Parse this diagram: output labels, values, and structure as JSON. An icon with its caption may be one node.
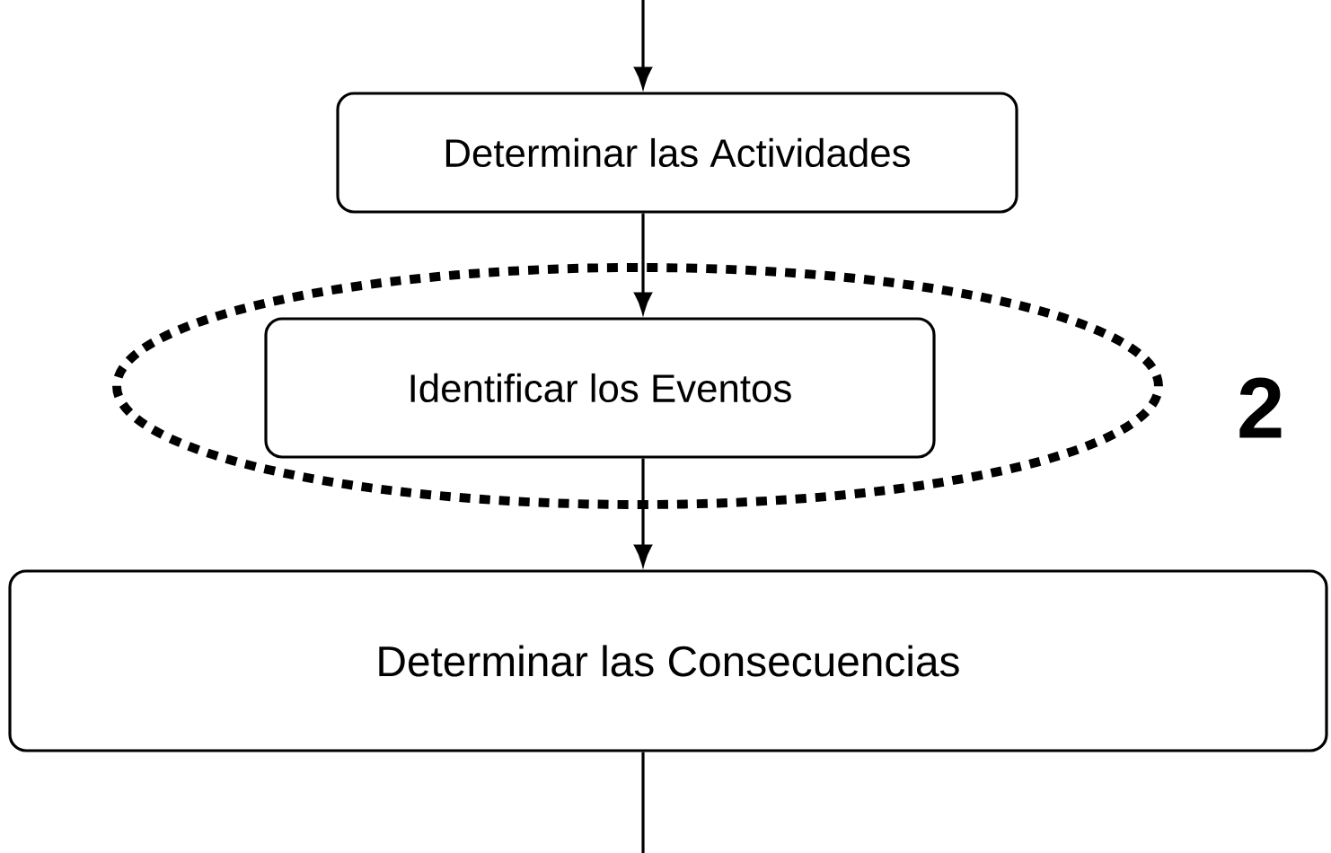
{
  "diagram": {
    "nodes": [
      {
        "text": [
          "Determinar las Actividades"
        ]
      },
      {
        "text": [],
        "shape": "ellipse",
        "beside": [
          "2"
        ]
      },
      {
        "text": [
          "Identificar los Eventos"
        ],
        "in": 1
      },
      {
        "text": [
          "Determinar las Consecuencias"
        ]
      }
    ],
    "edges": [
      {
        "from": null,
        "to": 0,
        "arrow": "to"
      },
      {
        "from": 0,
        "to": 2,
        "arrow": "to"
      },
      {
        "from": 2,
        "to": 3,
        "arrow": "to"
      },
      {
        "from": 3,
        "to": null,
        "arrow": "none"
      }
    ]
  }
}
